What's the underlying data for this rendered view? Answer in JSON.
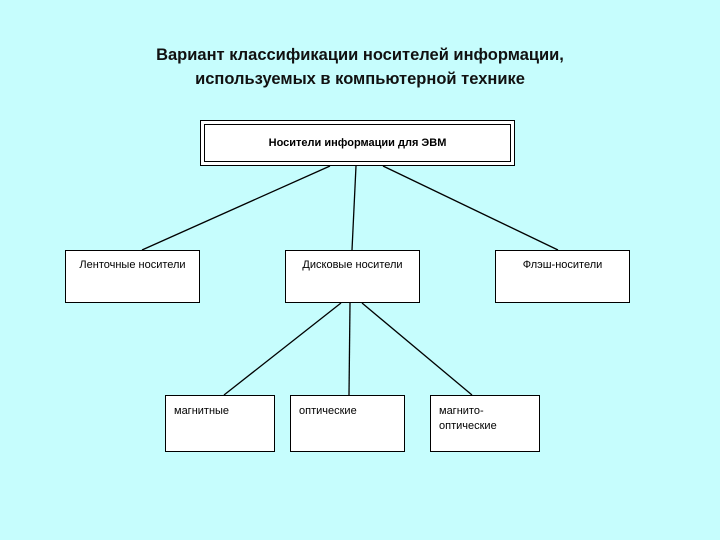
{
  "page": {
    "background_color": "#c6fdfd",
    "box_fill_color": "#ffffff",
    "line_color": "#000000",
    "title_line1": "Вариант классификации носителей информации,",
    "title_line2": "используемых в компьютерной технике"
  },
  "tree": {
    "root": {
      "label": "Носители информации для ЭВМ"
    },
    "level2": [
      {
        "label": "Ленточные носители"
      },
      {
        "label": "Дисковые носители"
      },
      {
        "label": "Флэш-носители"
      }
    ],
    "level3": [
      {
        "label": "магнитные"
      },
      {
        "label": "оптические"
      },
      {
        "label": "магнито-оптические"
      }
    ]
  }
}
